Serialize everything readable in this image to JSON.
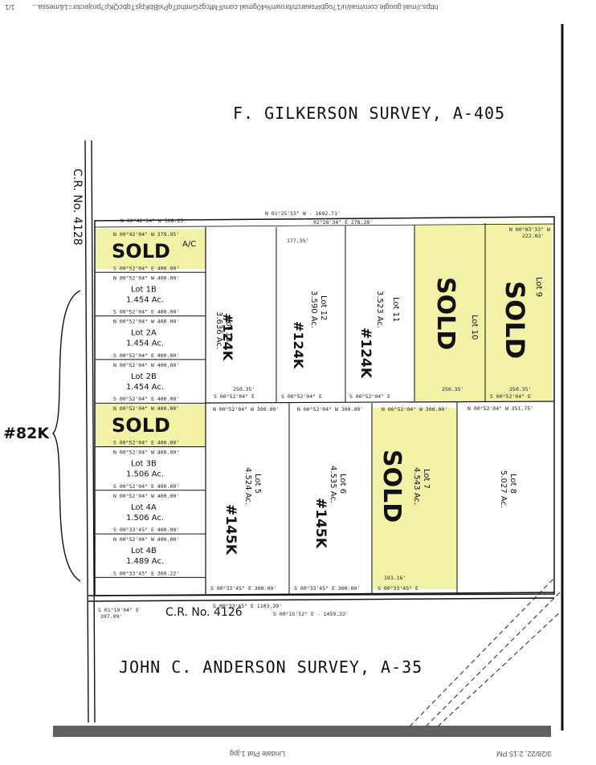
{
  "header": {
    "url": "https://mail.google.com/mail/u/1?ogbl#search/brown%40gmail.com/FMfcgzGmthdTqPxlBbKpjsTqbcQKp?projector=1&messa...",
    "page": "1/1"
  },
  "footer": {
    "timestamp": "3/28/22, 2:15 PM",
    "filename": "Lindale Plat 1.jpg"
  },
  "surveys": {
    "north": "F. GILKERSON SURVEY, A-405",
    "south": "JOHN C. ANDERSON SURVEY, A-35"
  },
  "roads": {
    "west": "C.R. No. 4128",
    "south": "C.R. No. 4126"
  },
  "price_group": "#82K",
  "colors": {
    "highlight": "#f3f3a8",
    "ink": "#111111",
    "paper": "#ffffff"
  },
  "west_lots": [
    {
      "name": "",
      "acres": "A/C",
      "north": "N 00°42'04\" W 379.95'",
      "south": "S 00°52'04\" E 400.00'",
      "sold": "SOLD",
      "highlight": true
    },
    {
      "name": "Lot 1B",
      "acres": "1.454 Ac.",
      "north": "N 00°52'04\" W 400.00'",
      "south": "S 00°52'04\" E 400.00'",
      "sold": "",
      "highlight": false
    },
    {
      "name": "Lot 2A",
      "acres": "1.454 Ac.",
      "north": "N 00°52'04\" W 400.00'",
      "south": "S 00°52'04\" E 400.00'",
      "sold": "",
      "highlight": false
    },
    {
      "name": "Lot 2B",
      "acres": "1.454 Ac.",
      "north": "N 00°52'04\" W 400.00'",
      "south": "S 00°52'04\" E 400.00'",
      "sold": "",
      "highlight": false
    },
    {
      "name": "",
      "acres": "",
      "north": "N 00°52'04\" W 400.00'",
      "south": "S 00°52'04\" E 400.00'",
      "sold": "SOLD",
      "highlight": true
    },
    {
      "name": "Lot 3B",
      "acres": "1.506 Ac.",
      "north": "N 00°52'04\" W 400.00'",
      "south": "S 00°52'04\" E 400.00'",
      "sold": "",
      "highlight": false
    },
    {
      "name": "Lot 4A",
      "acres": "1.506 Ac.",
      "north": "N 00°52'04\" W 400.00'",
      "south": "S 00°33'45\" E 400.00'",
      "sold": "",
      "highlight": false
    },
    {
      "name": "Lot 4B",
      "acres": "1.489 Ac.",
      "north": "N 00°52'04\" W 400.00'",
      "south": "S 00°33'45\" E 360.22'",
      "sold": "",
      "highlight": false
    }
  ],
  "north_lots": [
    {
      "name": "Lot 13",
      "acres": "3.636 Ac.",
      "price": "#124K",
      "sold": "",
      "highlight": false
    },
    {
      "name": "Lot 12",
      "acres": "3.590 Ac.",
      "price": "#124K",
      "sold": "",
      "highlight": false
    },
    {
      "name": "Lot 11",
      "acres": "3.523 Ac.",
      "price": "#124K",
      "sold": "",
      "highlight": false
    },
    {
      "name": "Lot 10",
      "acres": "",
      "price": "",
      "sold": "SOLD",
      "highlight": true
    },
    {
      "name": "Lot 9",
      "acres": "",
      "price": "",
      "sold": "SOLD",
      "highlight": true
    }
  ],
  "south_lots": [
    {
      "name": "Lot 5",
      "acres": "4.524 Ac.",
      "price": "#145K",
      "sold": "",
      "highlight": false
    },
    {
      "name": "Lot 6",
      "acres": "4.535 Ac.",
      "price": "#145K",
      "sold": "",
      "highlight": false
    },
    {
      "name": "Lot 7",
      "acres": "4.543 Ac.",
      "price": "",
      "sold": "SOLD",
      "highlight": true
    },
    {
      "name": "Lot 8",
      "acres": "5.027 Ac.",
      "price": "",
      "sold": "",
      "highlight": false
    }
  ],
  "bearings": {
    "north_line": "N 01°25'55\" W - 1692.71'",
    "north_a": "N 00°42'54\" W 508.25'",
    "north_b": "02°28'34\" E 278.28'",
    "south_line": "S 00°33'45\" E 1103.39'",
    "south_road": "S 00°15'52\" E - 1459.32'",
    "middle": "N 00°52'04\" W 300.00'",
    "middle_b": "N 00°52'04\" W 351.75'",
    "middle_s": "S 00°52'04\" E",
    "s1": "S 00°33'45\" E 300.00'",
    "s2": "S 00°33'45\" E 300.00'",
    "s3": "S 00°33'45\" E",
    "dist1": "250.35'",
    "dist2": "250.35'",
    "dist3": "250.35'",
    "dist4": "193.16'",
    "dist5": "177.35'",
    "dist6": "222.03'",
    "dist7": "207.09'",
    "dist8": "N 00°03'33\" W",
    "corner": "S 01°19'04\" E"
  }
}
